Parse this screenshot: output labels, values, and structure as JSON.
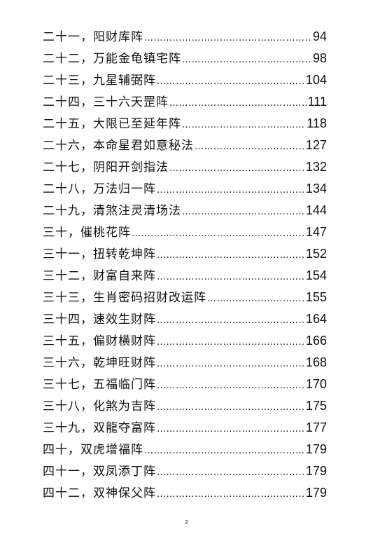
{
  "toc": [
    {
      "title": "二十一，阳财库阵",
      "page": "94"
    },
    {
      "title": "二十二，万能金龟镇宅阵",
      "page": "98"
    },
    {
      "title": "二十三，九星辅弼阵",
      "page": "104"
    },
    {
      "title": "二十四，三十六天罡阵",
      "page": "111"
    },
    {
      "title": "二十五，大限已至延年阵",
      "page": "118"
    },
    {
      "title": "二十六，本命星君如意秘法",
      "page": "127"
    },
    {
      "title": "二十七，阴阳开剑指法",
      "page": "132"
    },
    {
      "title": "二十八，万法归一阵",
      "page": "134"
    },
    {
      "title": "二十九，清煞注灵清场法",
      "page": "144"
    },
    {
      "title": "三十，催桃花阵",
      "page": "147"
    },
    {
      "title": "三十一，扭转乾坤阵",
      "page": "152"
    },
    {
      "title": "三十二，财富自来阵",
      "page": "154"
    },
    {
      "title": "三十三，生肖密码招财改运阵",
      "page": "155"
    },
    {
      "title": "三十四，速效生财阵",
      "page": "164"
    },
    {
      "title": "三十五，偏财横财阵",
      "page": "166"
    },
    {
      "title": "三十六，乾坤旺财阵",
      "page": "168"
    },
    {
      "title": "三十七，五福临门阵",
      "page": "170"
    },
    {
      "title": "三十八，化煞为吉阵",
      "page": "175"
    },
    {
      "title": "三十九，双龍夺富阵",
      "page": "177"
    },
    {
      "title": "四十，双虎增福阵",
      "page": "179"
    },
    {
      "title": "四十一，双凤添丁阵",
      "page": "179"
    },
    {
      "title": "四十二，双神保父阵",
      "page": "179"
    }
  ],
  "footer": {
    "page_number": "2"
  }
}
